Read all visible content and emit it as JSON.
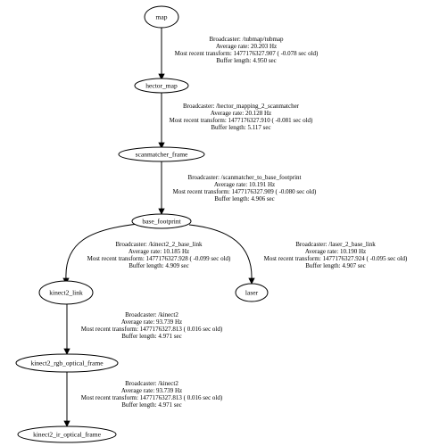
{
  "nodes": {
    "map": "map",
    "hector_map": "hector_map",
    "scanmatcher_frame": "scanmatcher_frame",
    "base_footprint": "base_footprint",
    "kinect2_link": "kinect2_link",
    "laser": "laser",
    "kinect2_rgb_optical_frame": "kinect2_rgb_optical_frame",
    "kinect2_ir_optical_frame": "kinect2_ir_optical_frame"
  },
  "edges": {
    "map_to_hector_map": {
      "broadcaster": "Broadcaster: /tubmap/tubmap",
      "rate": "Average rate: 20.203 Hz",
      "recent": "Most recent transform: 1477176327.907 ( -0.078 sec old)",
      "buffer": "Buffer length: 4.950 sec"
    },
    "hector_map_to_scanmatcher_frame": {
      "broadcaster": "Broadcaster: /hector_mapping_2_scanmatcher",
      "rate": "Average rate: 20.128 Hz",
      "recent": "Most recent transform: 1477176327.910 ( -0.081 sec old)",
      "buffer": "Buffer length: 5.117 sec"
    },
    "scanmatcher_frame_to_base_footprint": {
      "broadcaster": "Broadcaster: /scanmatcher_to_base_footprint",
      "rate": "Average rate: 10.191 Hz",
      "recent": "Most recent transform: 1477176327.909 ( -0.080 sec old)",
      "buffer": "Buffer length: 4.906 sec"
    },
    "base_footprint_to_kinect2_link": {
      "broadcaster": "Broadcaster: /kinect2_2_base_link",
      "rate": "Average rate: 10.185 Hz",
      "recent": "Most recent transform: 1477176327.928 ( -0.099 sec old)",
      "buffer": "Buffer length: 4.909 sec"
    },
    "base_footprint_to_laser": {
      "broadcaster": "Broadcaster: /laser_2_base_link",
      "rate": "Average rate: 10.190 Hz",
      "recent": "Most recent transform: 1477176327.924 ( -0.095 sec old)",
      "buffer": "Buffer length: 4.907 sec"
    },
    "kinect2_link_to_kinect2_rgb_optical_frame": {
      "broadcaster": "Broadcaster: /kinect2",
      "rate": "Average rate: 93.739 Hz",
      "recent": "Most recent transform: 1477176327.813 ( 0.016 sec old)",
      "buffer": "Buffer length: 4.971 sec"
    },
    "kinect2_rgb_optical_frame_to_kinect2_ir_optical_frame": {
      "broadcaster": "Broadcaster: /kinect2",
      "rate": "Average rate: 93.739 Hz",
      "recent": "Most recent transform: 1477176327.813 ( 0.016 sec old)",
      "buffer": "Buffer length: 4.971 sec"
    }
  }
}
